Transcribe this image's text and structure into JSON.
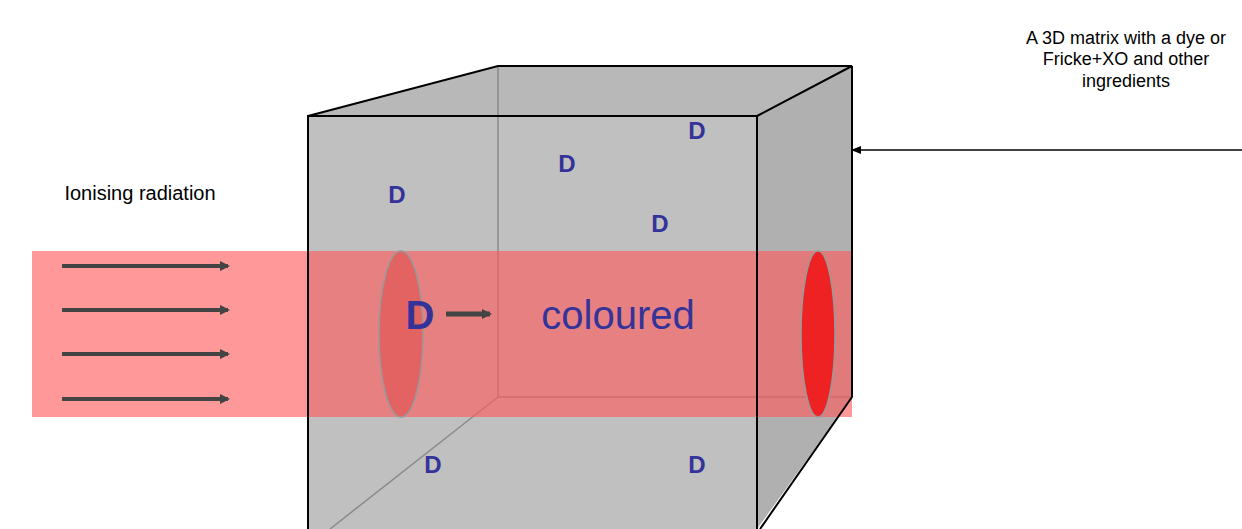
{
  "diagram": {
    "labels": [
      "A 3D matrix with a dye or Fricke+XO and other ingredients",
      "Ionising radiation",
      "D",
      "D",
      "D",
      "D",
      "D",
      "coloured",
      "D",
      "D"
    ]
  }
}
